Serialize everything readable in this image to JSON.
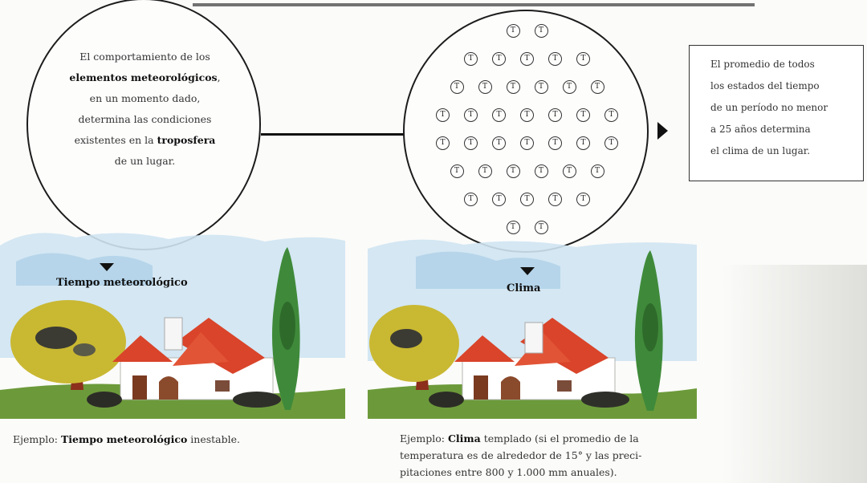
{
  "left_circle": {
    "line1": "El comportamiento de los",
    "line2_bold": "elementos meteorológicos",
    "line2_suffix": ",",
    "line3": "en un momento dado,",
    "line4": "determina las condiciones",
    "line5_prefix": "existentes en la ",
    "line5_bold": "troposfera",
    "line6": "de un lugar."
  },
  "t_symbol": "T",
  "definition_box": {
    "line1": "El promedio de todos",
    "line2": "los estados del tiempo",
    "line3": "de un período no menor",
    "line4": "a 25 años determina",
    "line5": "el clima de un lugar."
  },
  "scene_left": {
    "label": "Tiempo meteorológico"
  },
  "scene_right": {
    "label": "Clima"
  },
  "caption_left": {
    "prefix": "Ejemplo: ",
    "bold": "Tiempo meteorológico",
    "suffix": " inestable."
  },
  "caption_right": {
    "prefix": "Ejemplo: ",
    "bold": "Clima",
    "line1_suffix": " templado (si el promedio de la",
    "line2": "temperatura es de alrededor de 15° y las preci-",
    "line3": "pitaciones entre 800 y 1.000 mm anuales)."
  },
  "colors": {
    "sky": "#cfe4f2",
    "roof": "#d9442a",
    "foliage": "#c9b832",
    "cypress": "#3f8a3a",
    "wall": "#ffffff"
  }
}
